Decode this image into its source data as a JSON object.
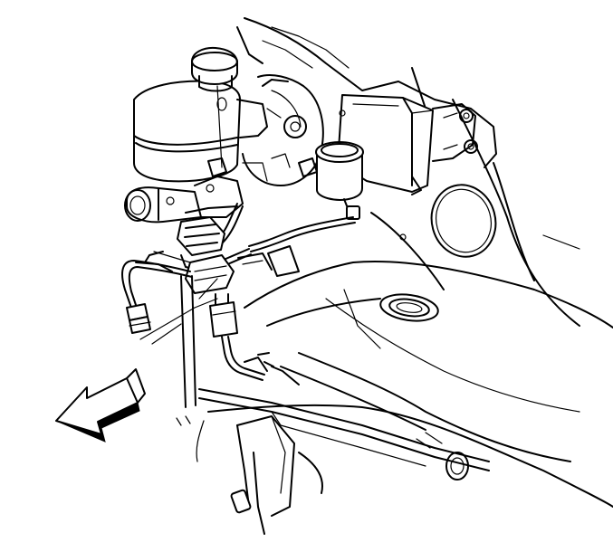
{
  "figure": {
    "kind": "line-art service illustration",
    "background": "#ffffff",
    "stroke": "#000000",
    "labels": []
  },
  "parts": [
    "master-cylinder-reservoir",
    "reservoir-cap",
    "brake-booster",
    "clutch-fluid-reservoir",
    "electronic-module",
    "mounting-bracket",
    "clutch-hydraulic-line",
    "hose-clip",
    "line-fitting",
    "firewall-panel",
    "frame-rail",
    "grommet",
    "o-ring-seal"
  ],
  "direction_arrow": {
    "icon": "front-of-vehicle-arrow-icon",
    "meaning_shown_as_text": ""
  }
}
